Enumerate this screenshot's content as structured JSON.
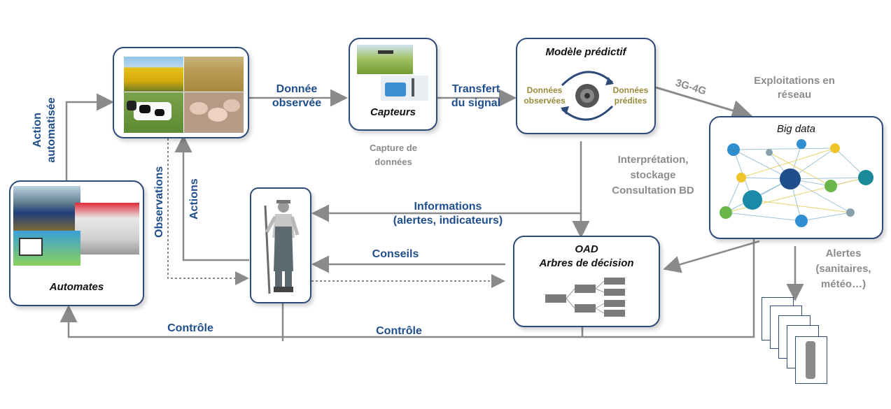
{
  "photos_box": {
    "label": ""
  },
  "donnee_observee": {
    "line1": "Donnée",
    "line2": "observée"
  },
  "capteurs": {
    "title": "Capteurs",
    "caption_line1": "Capture de",
    "caption_line2": "données"
  },
  "transfert": {
    "line1": "Transfert",
    "line2": "du signal"
  },
  "modele": {
    "title": "Modèle prédictif",
    "left_line1": "Données",
    "left_line2": "observées",
    "right_line1": "Données",
    "right_line2": "prédites"
  },
  "network": {
    "label": "3G-4G",
    "exploitations_line1": "Exploitations en",
    "exploitations_line2": "réseau"
  },
  "big_data": {
    "title": "Big data"
  },
  "interpretation": {
    "line1": "Interprétation,",
    "line2": "stockage",
    "line3": "Consultation BD"
  },
  "informations": {
    "line1": "Informations",
    "line2": "(alertes, indicateurs)"
  },
  "conseils": {
    "label": "Conseils"
  },
  "oad": {
    "title_line1": "OAD",
    "title_line2": "Arbres de décision"
  },
  "alertes": {
    "line1": "Alertes",
    "line2": "(sanitaires,",
    "line3": "météo…)"
  },
  "action_auto": {
    "line1": "Action",
    "line2": "automatisée"
  },
  "observations": {
    "label": "Observations"
  },
  "actions": {
    "label": "Actions"
  },
  "automates": {
    "title": "Automates"
  },
  "controle_left": {
    "label": "Contrôle"
  },
  "controle_right": {
    "label": "Contrôle"
  },
  "colors": {
    "accent": "#1f4e8c",
    "border": "#2d4a78",
    "arrow": "#8a8a8a",
    "caption": "#8c8c8c"
  }
}
